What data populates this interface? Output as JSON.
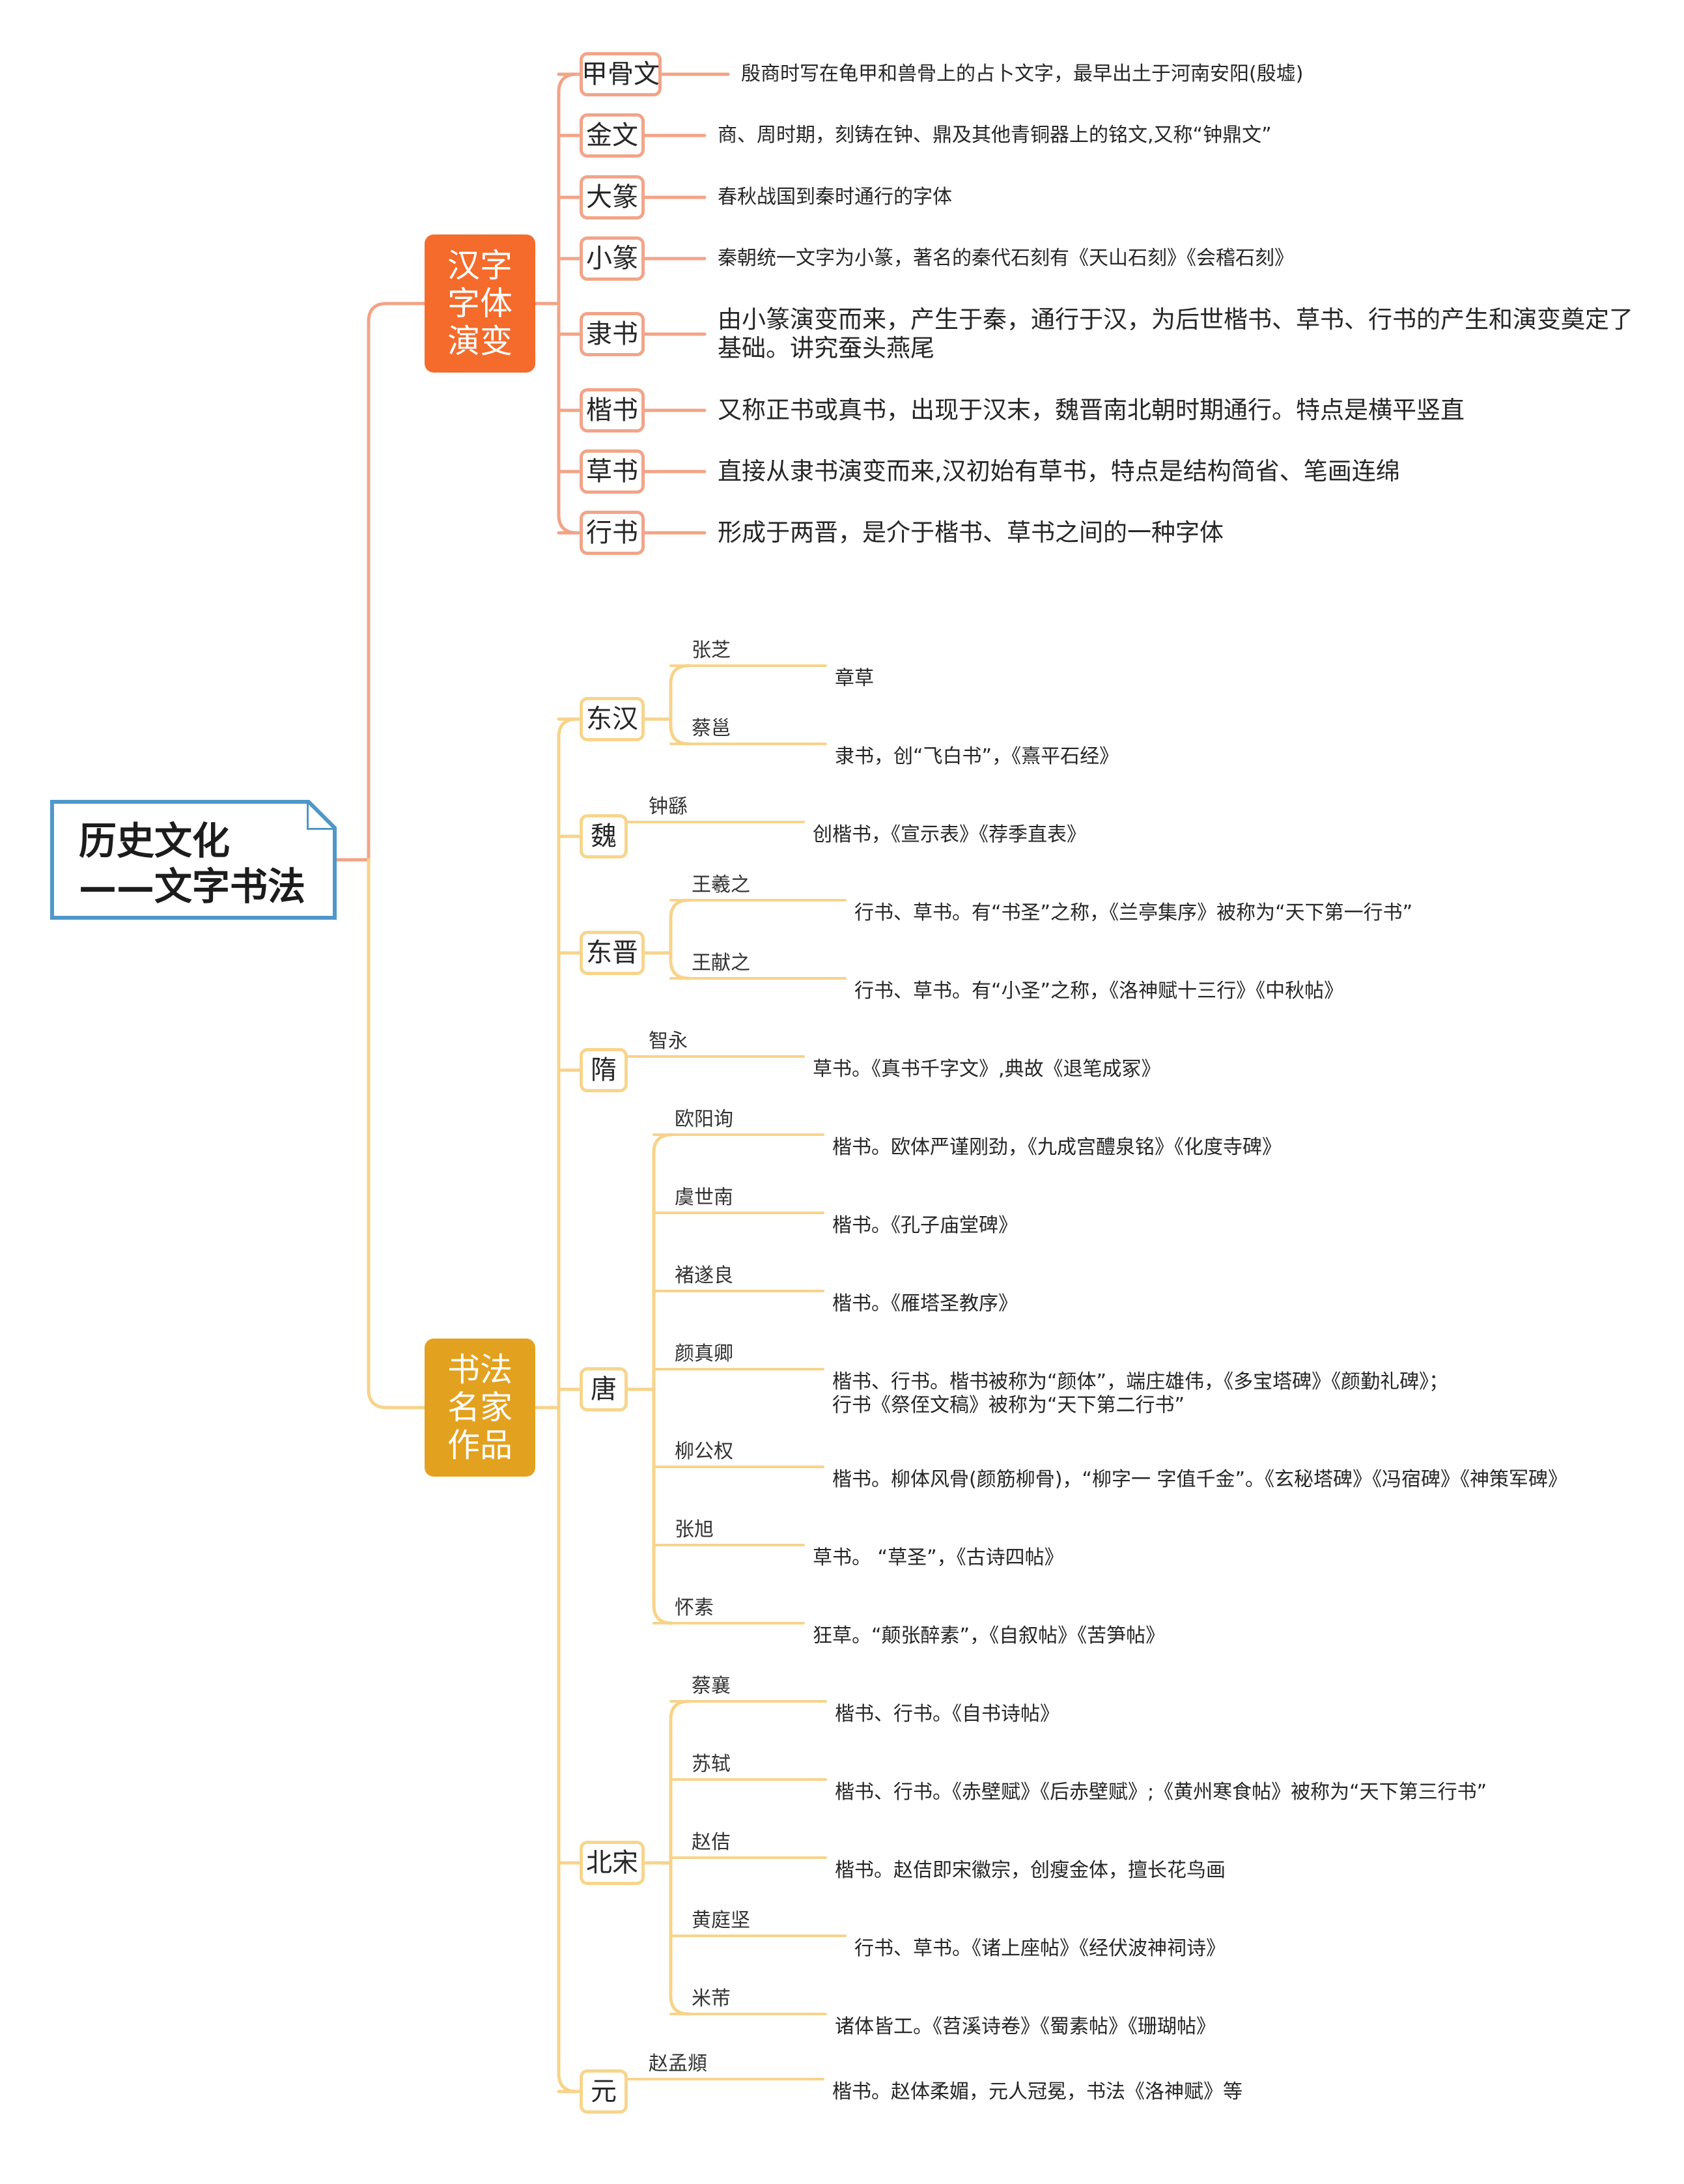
{
  "root": {
    "line1": "历史文化",
    "line2": "——文字书法"
  },
  "colors": {
    "root_border": "#4f97c9",
    "branch1": "#f46b2c",
    "branch1_line": "#f3a386",
    "branch2": "#e2a11f",
    "branch2_line": "#f7d38a"
  },
  "branch1": {
    "title": "汉字字体演变",
    "items": [
      {
        "name": "甲骨文",
        "desc": "殷商时写在龟甲和兽骨上的占卜文字，最早出土于河南安阳(殷墟)"
      },
      {
        "name": "金文",
        "desc": "商、周时期，刻铸在钟、鼎及其他青铜器上的铭文,又称“钟鼎文”"
      },
      {
        "name": "大篆",
        "desc": "春秋战国到秦时通行的字体"
      },
      {
        "name": "小篆",
        "desc": "秦朝统一文字为小篆，著名的秦代石刻有《天山石刻》《会稽石刻》"
      },
      {
        "name": "隶书",
        "desc1": "由小篆演变而来，产生于秦，通行于汉，为后世楷书、草书、行书的产生和演变奠定了",
        "desc2": "基础。讲究蚕头燕尾"
      },
      {
        "name": "楷书",
        "desc": "又称正书或真书，出现于汉末，魏晋南北朝时期通行。特点是横平竖直"
      },
      {
        "name": "草书",
        "desc": "直接从隶书演变而来,汉初始有草书，特点是结构简省、笔画连绵"
      },
      {
        "name": "行书",
        "desc": "形成于两晋，是介于楷书、草书之间的一种字体"
      }
    ]
  },
  "branch2": {
    "title": "书法名家作品",
    "dynasties": [
      {
        "name": "东汉",
        "people": [
          {
            "name": "张芝",
            "desc": "章草"
          },
          {
            "name": "蔡邕",
            "desc": "隶书，创“飞白书”，《熹平石经》"
          }
        ]
      },
      {
        "name": "魏",
        "people": [
          {
            "name": "钟繇",
            "desc": "创楷书，《宣示表》《荐季直表》"
          }
        ]
      },
      {
        "name": "东晋",
        "people": [
          {
            "name": "王羲之",
            "desc": "行书、草书。有“书圣”之称，《兰亭集序》被称为“天下第一行书”"
          },
          {
            "name": "王献之",
            "desc": "行书、草书。有“小圣”之称，《洛神赋十三行》《中秋帖》"
          }
        ]
      },
      {
        "name": "隋",
        "people": [
          {
            "name": "智永",
            "desc": "草书。《真书千字文》,典故《退笔成冢》"
          }
        ]
      },
      {
        "name": "唐",
        "people": [
          {
            "name": "欧阳询",
            "desc": "楷书。欧体严谨刚劲，《九成宫醴泉铭》《化度寺碑》"
          },
          {
            "name": "虞世南",
            "desc": "楷书。《孔子庙堂碑》"
          },
          {
            "name": "褚遂良",
            "desc": "楷书。《雁塔圣教序》"
          },
          {
            "name": "颜真卿",
            "desc1": "楷书、行书。楷书被称为“颜体”，端庄雄伟，《多宝塔碑》《颜勤礼碑》；",
            "desc2": "行书《祭侄文稿》被称为“天下第二行书”"
          },
          {
            "name": "柳公权",
            "desc": "楷书。柳体风骨(颜筋柳骨)，“柳字一 字值千金”。《玄秘塔碑》《冯宿碑》《神策军碑》"
          },
          {
            "name": "张旭",
            "desc": "草书。 “草圣”，《古诗四帖》"
          },
          {
            "name": "怀素",
            "desc": "狂草。“颠张醉素”，《自叙帖》《苦笋帖》"
          }
        ]
      },
      {
        "name": "北宋",
        "people": [
          {
            "name": "蔡襄",
            "desc": "楷书、行书。《自书诗帖》"
          },
          {
            "name": "苏轼",
            "desc": "楷书、行书。《赤壁赋》《后赤壁赋》;《黄州寒食帖》被称为“天下第三行书”"
          },
          {
            "name": "赵佶",
            "desc": "楷书。赵佶即宋徽宗，创瘦金体，擅长花鸟画"
          },
          {
            "name": "黄庭坚",
            "desc": "行书、草书。《诸上座帖》《经伏波神祠诗》"
          },
          {
            "name": "米芾",
            "desc": "诸体皆工。《苕溪诗卷》《蜀素帖》《珊瑚帖》"
          }
        ]
      },
      {
        "name": "元",
        "people": [
          {
            "name": "赵孟頫",
            "desc": "楷书。赵体柔媚，元人冠冕，书法《洛神赋》等"
          }
        ]
      }
    ]
  }
}
